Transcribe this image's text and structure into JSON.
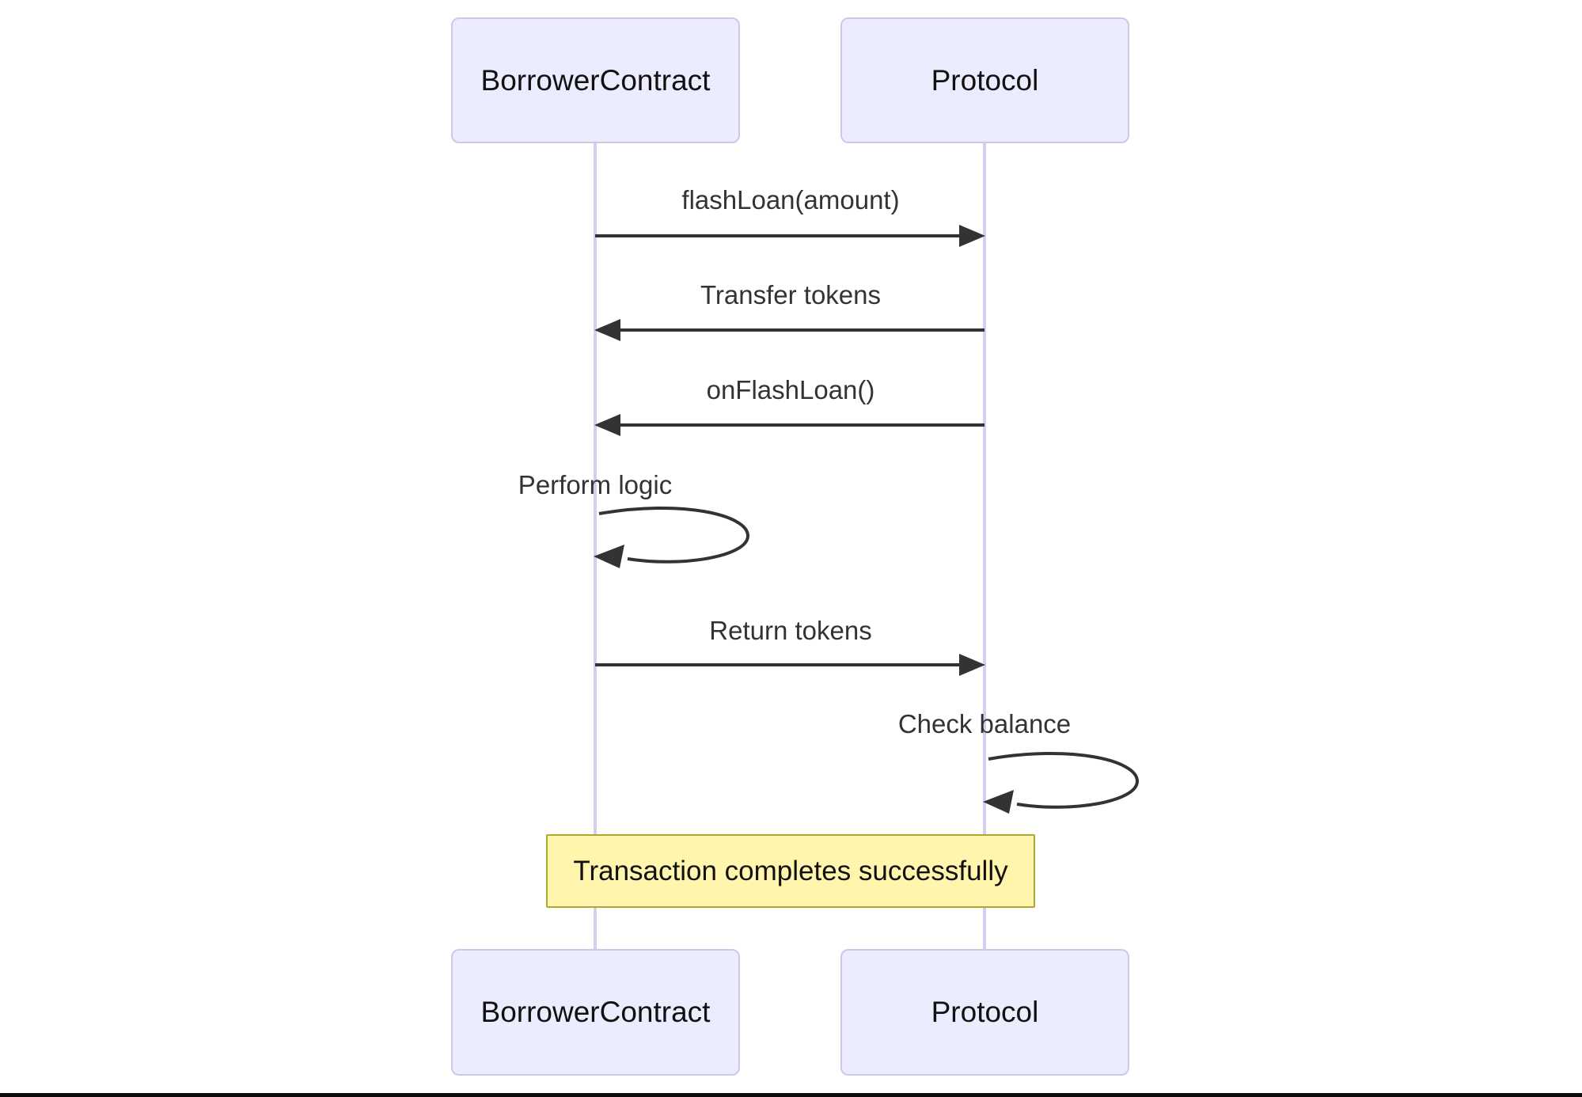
{
  "diagram": {
    "type": "sequence",
    "actors": [
      {
        "id": "borrower",
        "label": "BorrowerContract"
      },
      {
        "id": "protocol",
        "label": "Protocol"
      }
    ],
    "messages": [
      {
        "label": "flashLoan(amount)",
        "from": "borrower",
        "to": "protocol",
        "kind": "solid-arrow"
      },
      {
        "label": "Transfer tokens",
        "from": "protocol",
        "to": "borrower",
        "kind": "solid-arrow"
      },
      {
        "label": "onFlashLoan()",
        "from": "protocol",
        "to": "borrower",
        "kind": "solid-arrow"
      },
      {
        "label": "Perform logic",
        "from": "borrower",
        "to": "borrower",
        "kind": "self-loop"
      },
      {
        "label": "Return tokens",
        "from": "borrower",
        "to": "protocol",
        "kind": "solid-arrow"
      },
      {
        "label": "Check balance",
        "from": "protocol",
        "to": "protocol",
        "kind": "self-loop"
      }
    ],
    "note": {
      "label": "Transaction completes successfully",
      "placement": "over both lifelines"
    },
    "colors": {
      "actor_fill": "#ECECFF",
      "actor_border": "#CFC7E8",
      "lifeline": "#D8CCF0",
      "arrow": "#333333",
      "message_text": "#333333",
      "actor_text": "#111111",
      "note_fill": "#FFF5AD",
      "note_border": "#AAAA33",
      "bottom_rule": "#0A0A0A",
      "background": "#FFFFFF"
    }
  }
}
